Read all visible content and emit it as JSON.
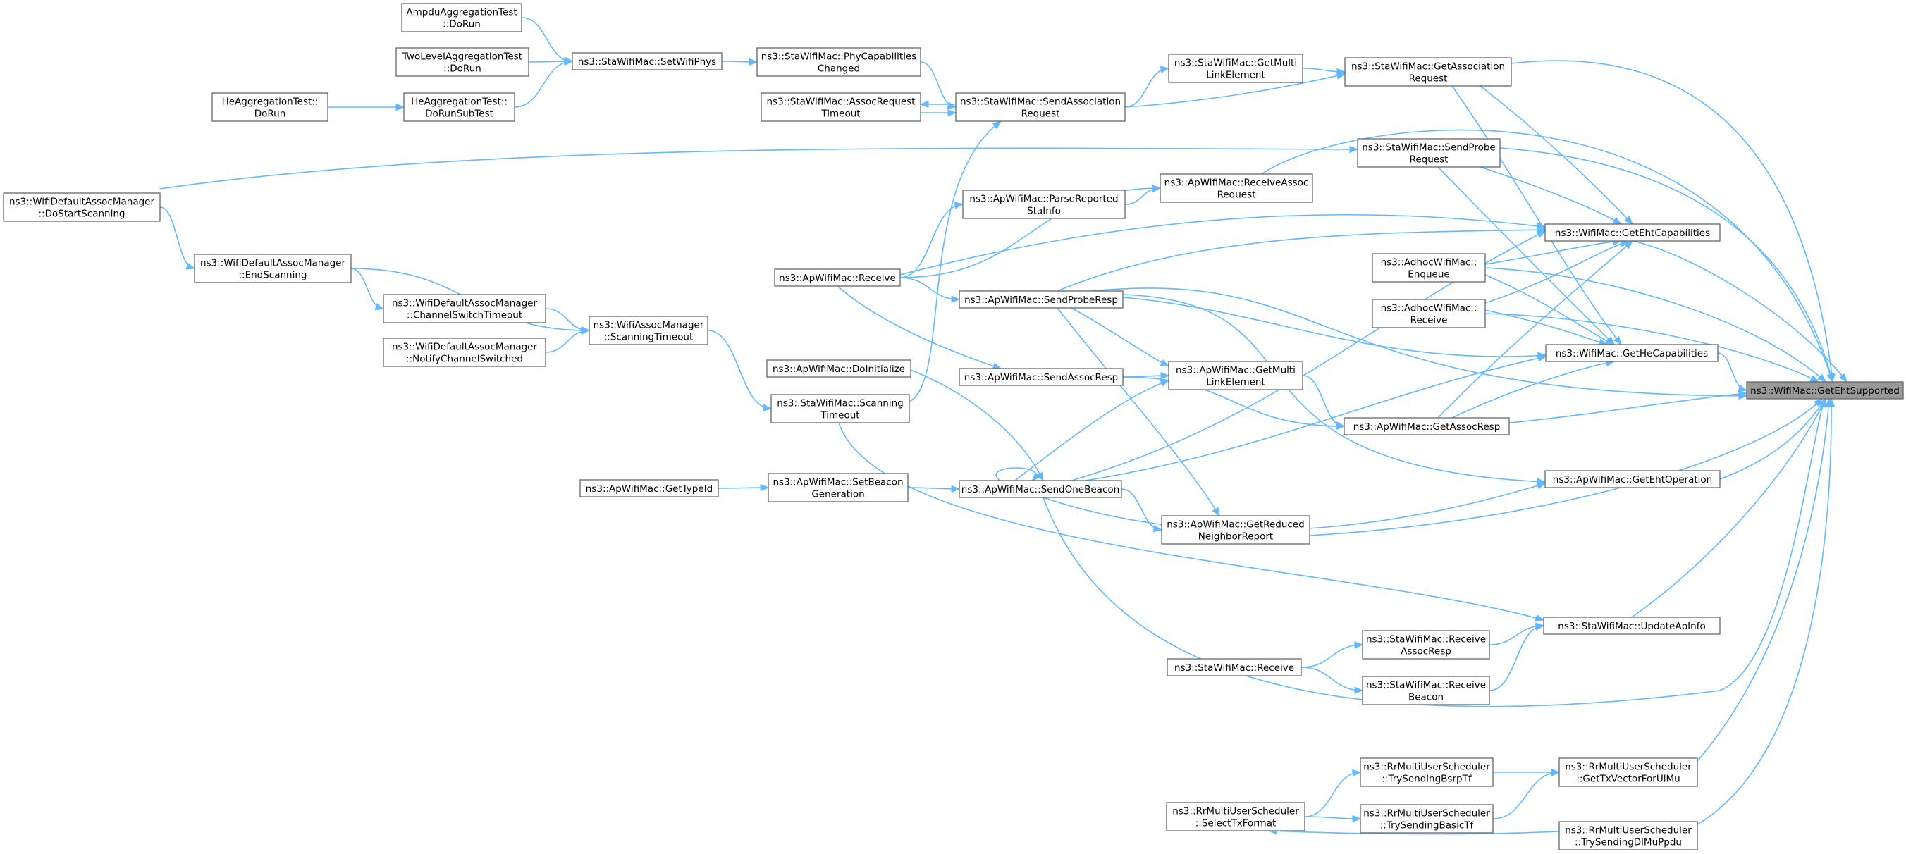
{
  "graph": {
    "edge_color": "#63b8ff",
    "node_border_color": "#666666",
    "root_fill_color": "#999999",
    "nodes": [
      {
        "id": "root",
        "lines": [
          "ns3::WifiMac::GetEhtSupported"
        ],
        "root": true
      },
      {
        "id": "ampdu",
        "lines": [
          "AmpduAggregationTest",
          "::DoRun"
        ]
      },
      {
        "id": "twolevel",
        "lines": [
          "TwoLevelAggregationTest",
          "::DoRun"
        ]
      },
      {
        "id": "heagg",
        "lines": [
          "HeAggregationTest::",
          "DoRun"
        ]
      },
      {
        "id": "heaggsub",
        "lines": [
          "HeAggregationTest::",
          "DoRunSubTest"
        ]
      },
      {
        "id": "setwifiphys",
        "lines": [
          "ns3::StaWifiMac::SetWifiPhys"
        ]
      },
      {
        "id": "phycap",
        "lines": [
          "ns3::StaWifiMac::PhyCapabilities",
          "Changed"
        ]
      },
      {
        "id": "assocreqto",
        "lines": [
          "ns3::StaWifiMac::AssocRequest",
          "Timeout"
        ]
      },
      {
        "id": "sendassocreq",
        "lines": [
          "ns3::StaWifiMac::SendAssociation",
          "Request"
        ]
      },
      {
        "id": "stagetmle",
        "lines": [
          "ns3::StaWifiMac::GetMulti",
          "LinkElement"
        ]
      },
      {
        "id": "getassocreq",
        "lines": [
          "ns3::StaWifiMac::GetAssociation",
          "Request"
        ]
      },
      {
        "id": "sendprobereq",
        "lines": [
          "ns3::StaWifiMac::SendProbe",
          "Request"
        ]
      },
      {
        "id": "dostartscan",
        "lines": [
          "ns3::WifiDefaultAssocManager",
          "::DoStartScanning"
        ]
      },
      {
        "id": "endscan",
        "lines": [
          "ns3::WifiDefaultAssocManager",
          "::EndScanning"
        ]
      },
      {
        "id": "chswto",
        "lines": [
          "ns3::WifiDefaultAssocManager",
          "::ChannelSwitchTimeout"
        ]
      },
      {
        "id": "notifych",
        "lines": [
          "ns3::WifiDefaultAssocManager",
          "::NotifyChannelSwitched"
        ]
      },
      {
        "id": "scanto",
        "lines": [
          "ns3::WifiAssocManager",
          "::ScanningTimeout"
        ]
      },
      {
        "id": "stascanto",
        "lines": [
          "ns3::StaWifiMac::Scanning",
          "Timeout"
        ]
      },
      {
        "id": "apinit",
        "lines": [
          "ns3::ApWifiMac::DoInitialize"
        ]
      },
      {
        "id": "apreceive",
        "lines": [
          "ns3::ApWifiMac::Receive"
        ]
      },
      {
        "id": "parsereported",
        "lines": [
          "ns3::ApWifiMac::ParseReported",
          "StaInfo"
        ]
      },
      {
        "id": "recvassocreq",
        "lines": [
          "ns3::ApWifiMac::ReceiveAssoc",
          "Request"
        ]
      },
      {
        "id": "sendproberesp",
        "lines": [
          "ns3::ApWifiMac::SendProbeResp"
        ]
      },
      {
        "id": "sendassocresp",
        "lines": [
          "ns3::ApWifiMac::SendAssocResp"
        ]
      },
      {
        "id": "apgetmle",
        "lines": [
          "ns3::ApWifiMac::GetMulti",
          "LinkElement"
        ]
      },
      {
        "id": "getassocresp",
        "lines": [
          "ns3::ApWifiMac::GetAssocResp"
        ]
      },
      {
        "id": "gettypeid",
        "lines": [
          "ns3::ApWifiMac::GetTypeId"
        ]
      },
      {
        "id": "setbeacongen",
        "lines": [
          "ns3::ApWifiMac::SetBeacon",
          "Generation"
        ]
      },
      {
        "id": "sendonebeacon",
        "lines": [
          "ns3::ApWifiMac::SendOneBeacon"
        ]
      },
      {
        "id": "getreduced",
        "lines": [
          "ns3::ApWifiMac::GetReduced",
          "NeighborReport"
        ]
      },
      {
        "id": "adhocenq",
        "lines": [
          "ns3::AdhocWifiMac::",
          "Enqueue"
        ]
      },
      {
        "id": "adhocrecv",
        "lines": [
          "ns3::AdhocWifiMac::",
          "Receive"
        ]
      },
      {
        "id": "getehtcap",
        "lines": [
          "ns3::WifiMac::GetEhtCapabilities"
        ]
      },
      {
        "id": "gethecap",
        "lines": [
          "ns3::WifiMac::GetHeCapabilities"
        ]
      },
      {
        "id": "getehtop",
        "lines": [
          "ns3::ApWifiMac::GetEhtOperation"
        ]
      },
      {
        "id": "updateapinfo",
        "lines": [
          "ns3::StaWifiMac::UpdateApInfo"
        ]
      },
      {
        "id": "stareceive",
        "lines": [
          "ns3::StaWifiMac::Receive"
        ]
      },
      {
        "id": "recvassocresp",
        "lines": [
          "ns3::StaWifiMac::Receive",
          "AssocResp"
        ]
      },
      {
        "id": "recvbeacon",
        "lines": [
          "ns3::StaWifiMac::Receive",
          "Beacon"
        ]
      },
      {
        "id": "selecttx",
        "lines": [
          "ns3::RrMultiUserScheduler",
          "::SelectTxFormat"
        ]
      },
      {
        "id": "trybsrp",
        "lines": [
          "ns3::RrMultiUserScheduler",
          "::TrySendingBsrpTf"
        ]
      },
      {
        "id": "trybasic",
        "lines": [
          "ns3::RrMultiUserScheduler",
          "::TrySendingBasicTf"
        ]
      },
      {
        "id": "gettxvec",
        "lines": [
          "ns3::RrMultiUserScheduler",
          "::GetTxVectorForUlMu"
        ]
      },
      {
        "id": "trydlmu",
        "lines": [
          "ns3::RrMultiUserScheduler",
          "::TrySendingDlMuPpdu"
        ]
      }
    ],
    "edges": [
      {
        "from": "ampdu",
        "to": "setwifiphys"
      },
      {
        "from": "twolevel",
        "to": "setwifiphys"
      },
      {
        "from": "heaggsub",
        "to": "setwifiphys"
      },
      {
        "from": "heagg",
        "to": "heaggsub"
      },
      {
        "from": "setwifiphys",
        "to": "phycap"
      },
      {
        "from": "phycap",
        "to": "sendassocreq"
      },
      {
        "from": "assocreqto",
        "to": "sendassocreq"
      },
      {
        "from": "sendassocreq",
        "to": "assocreqto"
      },
      {
        "from": "sendassocreq",
        "to": "stagetmle"
      },
      {
        "from": "stagetmle",
        "to": "getassocreq"
      },
      {
        "from": "sendassocreq",
        "to": "getassocreq"
      },
      {
        "from": "getassocreq",
        "to": "root"
      },
      {
        "from": "getassocreq",
        "to": "getehtcap"
      },
      {
        "from": "getassocreq",
        "to": "gethecap"
      },
      {
        "from": "dostartscan",
        "to": "sendprobereq"
      },
      {
        "from": "sendprobereq",
        "to": "root"
      },
      {
        "from": "sendprobereq",
        "to": "getehtcap"
      },
      {
        "from": "sendprobereq",
        "to": "gethecap"
      },
      {
        "from": "dostartscan",
        "to": "endscan"
      },
      {
        "from": "endscan",
        "to": "chswto"
      },
      {
        "from": "endscan",
        "to": "scanto"
      },
      {
        "from": "chswto",
        "to": "scanto"
      },
      {
        "from": "notifych",
        "to": "scanto"
      },
      {
        "from": "scanto",
        "to": "stascanto"
      },
      {
        "from": "stascanto",
        "to": "sendassocreq"
      },
      {
        "from": "stascanto",
        "to": "updateapinfo"
      },
      {
        "from": "apinit",
        "to": "sendonebeacon"
      },
      {
        "from": "apreceive",
        "to": "parsereported"
      },
      {
        "from": "parsereported",
        "to": "recvassocreq"
      },
      {
        "from": "apreceive",
        "to": "recvassocreq"
      },
      {
        "from": "recvassocreq",
        "to": "root"
      },
      {
        "from": "apreceive",
        "to": "getehtcap"
      },
      {
        "from": "apreceive",
        "to": "sendproberesp"
      },
      {
        "from": "apreceive",
        "to": "sendassocresp"
      },
      {
        "from": "sendproberesp",
        "to": "apgetmle"
      },
      {
        "from": "sendproberesp",
        "to": "getreduced"
      },
      {
        "from": "sendproberesp",
        "to": "getehtcap"
      },
      {
        "from": "sendproberesp",
        "to": "gethecap"
      },
      {
        "from": "sendproberesp",
        "to": "getehtop"
      },
      {
        "from": "sendproberesp",
        "to": "root"
      },
      {
        "from": "sendassocresp",
        "to": "apgetmle"
      },
      {
        "from": "sendassocresp",
        "to": "getassocresp"
      },
      {
        "from": "apgetmle",
        "to": "getassocresp"
      },
      {
        "from": "getassocresp",
        "to": "root"
      },
      {
        "from": "getassocresp",
        "to": "getehtcap"
      },
      {
        "from": "getassocresp",
        "to": "gethecap"
      },
      {
        "from": "gettypeid",
        "to": "setbeacongen"
      },
      {
        "from": "setbeacongen",
        "to": "sendonebeacon"
      },
      {
        "from": "sendonebeacon",
        "to": "sendonebeacon"
      },
      {
        "from": "sendonebeacon",
        "to": "apgetmle"
      },
      {
        "from": "sendonebeacon",
        "to": "getreduced"
      },
      {
        "from": "sendonebeacon",
        "to": "getehtcap"
      },
      {
        "from": "sendonebeacon",
        "to": "gethecap"
      },
      {
        "from": "sendonebeacon",
        "to": "getehtop"
      },
      {
        "from": "sendonebeacon",
        "to": "root"
      },
      {
        "from": "getreduced",
        "to": "root"
      },
      {
        "from": "adhocenq",
        "to": "root"
      },
      {
        "from": "adhocenq",
        "to": "getehtcap"
      },
      {
        "from": "adhocenq",
        "to": "gethecap"
      },
      {
        "from": "adhocrecv",
        "to": "root"
      },
      {
        "from": "adhocrecv",
        "to": "getehtcap"
      },
      {
        "from": "adhocrecv",
        "to": "gethecap"
      },
      {
        "from": "getehtcap",
        "to": "root"
      },
      {
        "from": "gethecap",
        "to": "root"
      },
      {
        "from": "getehtop",
        "to": "root"
      },
      {
        "from": "stareceive",
        "to": "recvassocresp"
      },
      {
        "from": "stareceive",
        "to": "recvbeacon"
      },
      {
        "from": "recvassocresp",
        "to": "updateapinfo"
      },
      {
        "from": "recvbeacon",
        "to": "updateapinfo"
      },
      {
        "from": "updateapinfo",
        "to": "root"
      },
      {
        "from": "selecttx",
        "to": "trybsrp"
      },
      {
        "from": "selecttx",
        "to": "trybasic"
      },
      {
        "from": "trybsrp",
        "to": "gettxvec"
      },
      {
        "from": "trybasic",
        "to": "gettxvec"
      },
      {
        "from": "gettxvec",
        "to": "root"
      },
      {
        "from": "trydlmu",
        "to": "selecttx"
      },
      {
        "from": "trydlmu",
        "to": "root"
      }
    ]
  }
}
